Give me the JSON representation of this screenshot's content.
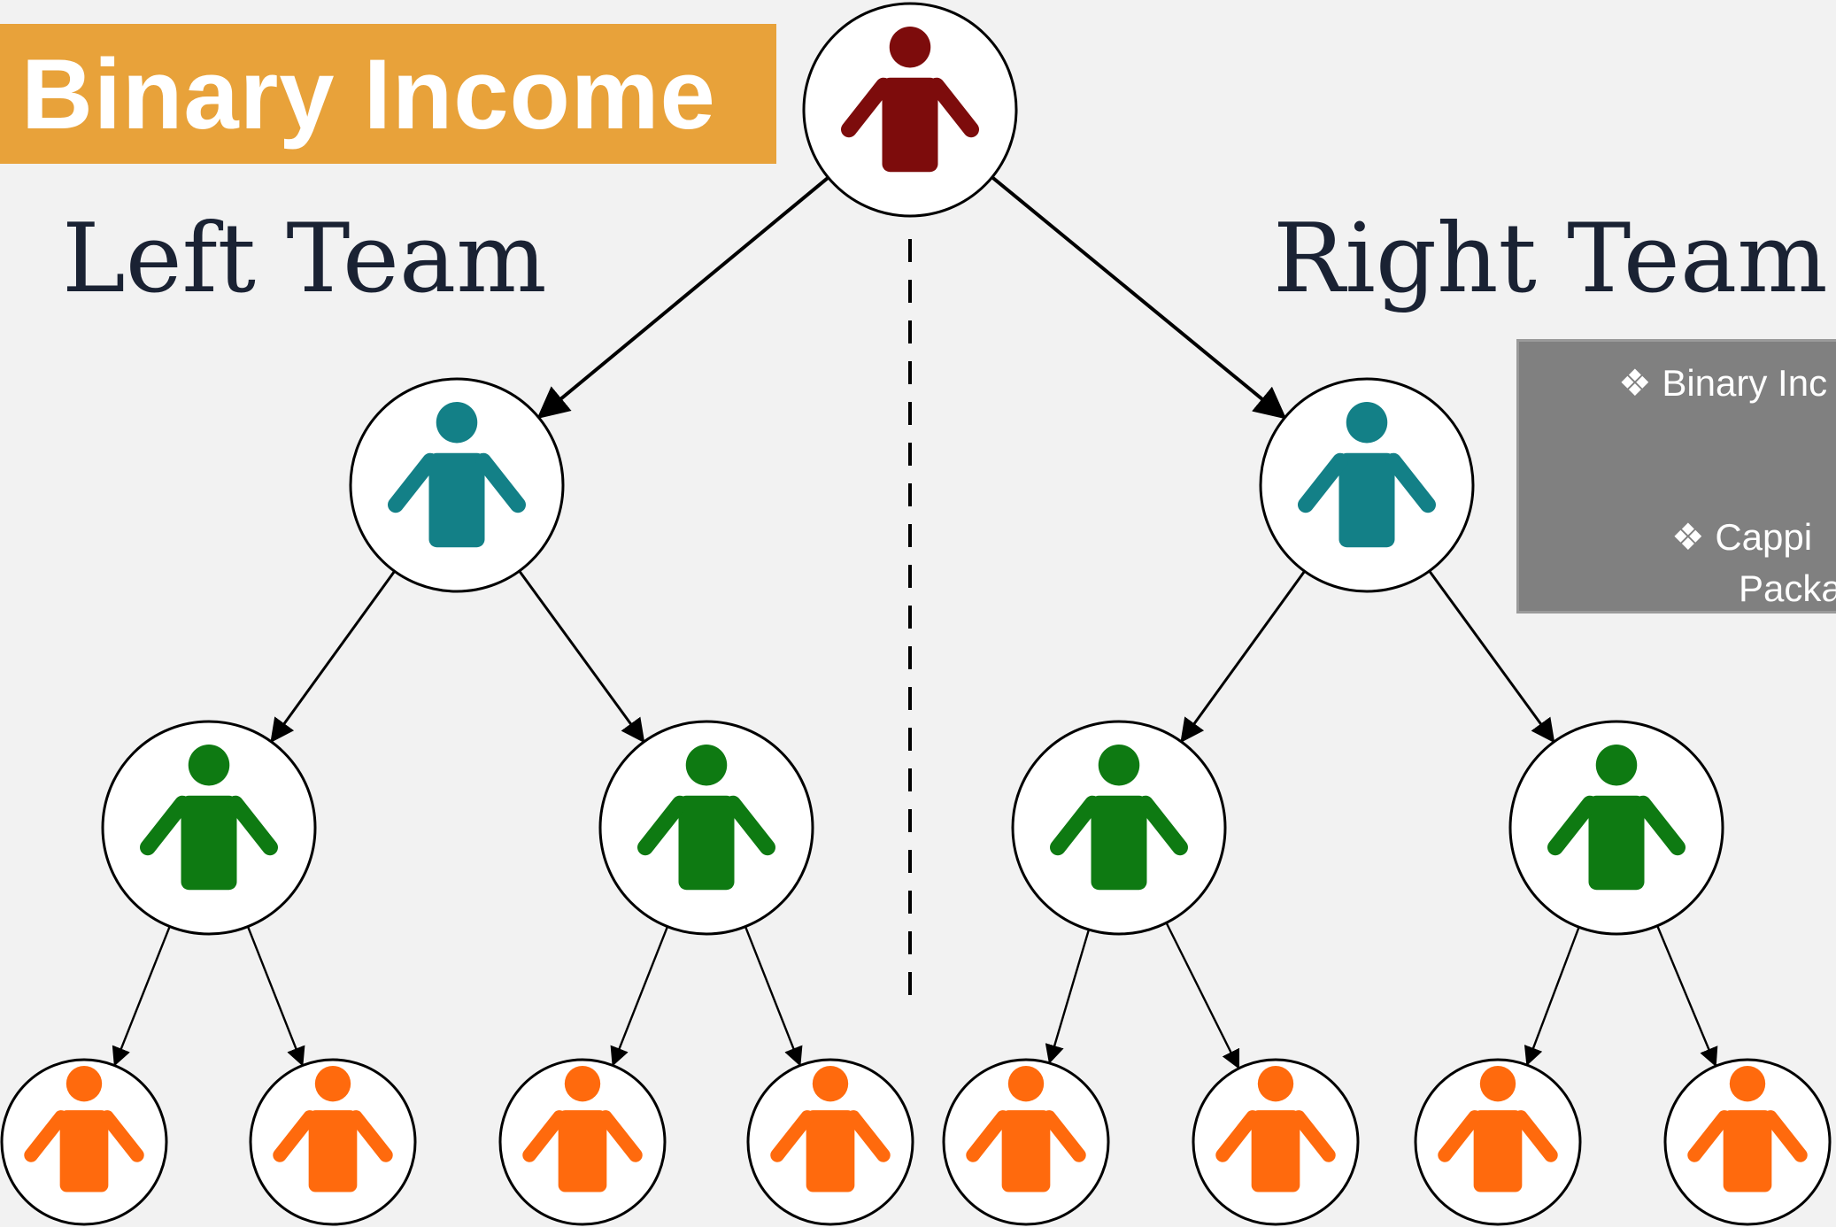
{
  "title": "Binary Income",
  "teams": {
    "left": "Left Team",
    "right": "Right Team"
  },
  "info_box": {
    "line_1": "❖ Binary Inc",
    "line_2": "❖ Cappi",
    "line_3": "Packa"
  },
  "colors": {
    "background": "#f2f2f2",
    "title_banner": "#e8a23a",
    "info_box": "#808080",
    "root_person": "#7d0c0c",
    "level_1_person": "#138087",
    "level_2_person": "#0e7a12",
    "level_3_person": "#ff6a0d",
    "node_outline": "#000000"
  },
  "icons": {
    "root": "person-icon",
    "level_1": "person-icon",
    "level_2": "person-icon",
    "level_3": "person-icon"
  },
  "tree": {
    "levels": [
      {
        "level": 0,
        "nodes": 1,
        "color_key": "root_person"
      },
      {
        "level": 1,
        "nodes": 2,
        "color_key": "level_1_person"
      },
      {
        "level": 2,
        "nodes": 4,
        "color_key": "level_2_person"
      },
      {
        "level": 3,
        "nodes": 8,
        "color_key": "level_3_person"
      }
    ]
  }
}
